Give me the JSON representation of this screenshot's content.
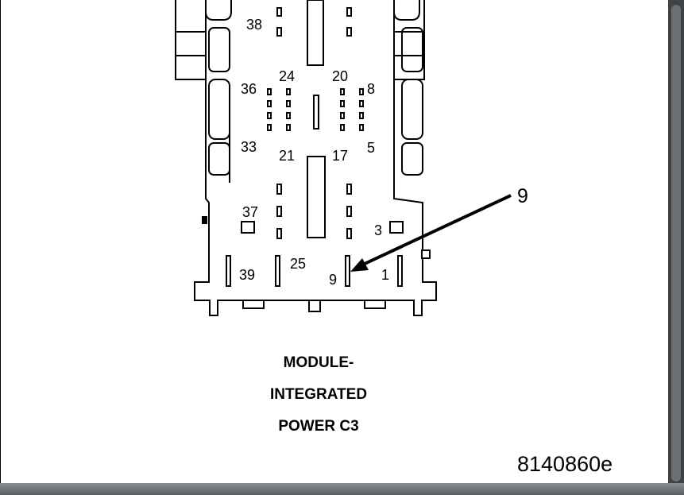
{
  "callout": {
    "label": "9"
  },
  "pins": {
    "p38": "38",
    "p36": "36",
    "p24": "24",
    "p20": "20",
    "p8": "8",
    "p33": "33",
    "p21": "21",
    "p17": "17",
    "p5": "5",
    "p37": "37",
    "p3": "3",
    "p39": "39",
    "p25": "25",
    "p9": "9",
    "p1": "1"
  },
  "caption": {
    "line1": "MODULE-",
    "line2": "INTEGRATED",
    "line3": "POWER C3"
  },
  "figure_id": "8140860e"
}
